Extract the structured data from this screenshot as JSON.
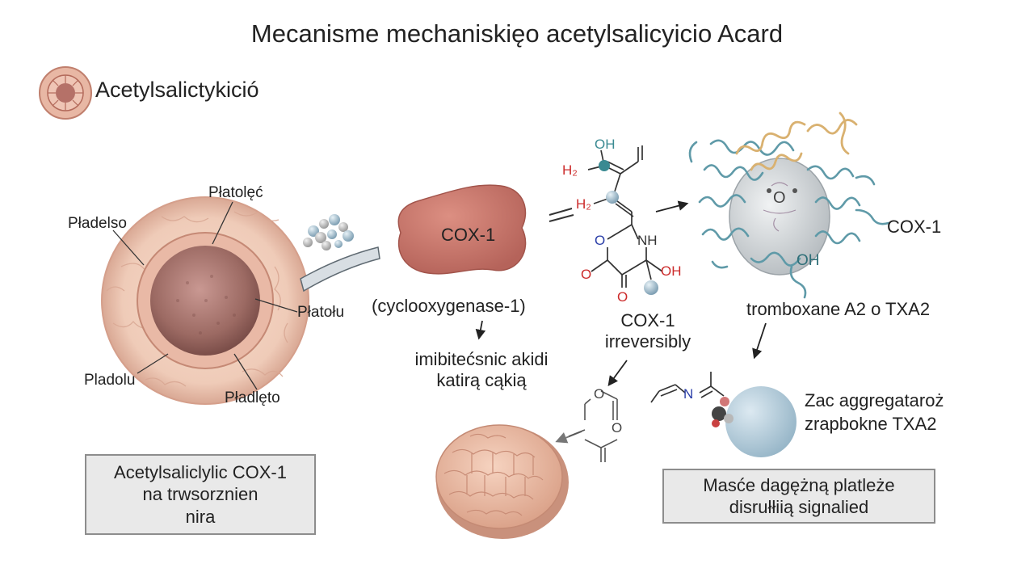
{
  "title": "Mecanisme mechaniskięo acetylsalicyicio Acard",
  "legend": {
    "label": "Acetylsalictykició",
    "icon": "platelet-cell-icon"
  },
  "platelet_labels": {
    "top": "Płatolęć",
    "left": "Pładelso",
    "right": "Płatołu",
    "bottom_left": "Pladolu",
    "bottom_right": "Pładlęto"
  },
  "cox_blob": {
    "label": "COX-1",
    "subtitle": "(cyclooxygenase-1)"
  },
  "inhibit_text": [
    "imibitećsnic akidi",
    "katirą cąkią"
  ],
  "molecule_atoms": {
    "oh_top": "OH",
    "h2_top": "H₂",
    "h2_mid": "H₂",
    "o_ring": "O",
    "nh_ring": "NH",
    "o_left": "O",
    "o_bottom": "O",
    "oh_right": "OH"
  },
  "irreversible_text": [
    "COX-1",
    "irreversibly"
  ],
  "protein": {
    "label": "COX-1",
    "oh": "OH",
    "core": "O"
  },
  "txa2_text": "tromboxane A2 o TXA2",
  "zac_text": [
    "Zac aggregataroż",
    "zrapbokne TXA2"
  ],
  "small_molecule": {
    "o1": "O",
    "o2": "O",
    "n": "N"
  },
  "box_left": [
    "Acetylsaliclylic COX-1",
    "na trwsorznien",
    "nira"
  ],
  "box_right": [
    "Masće dagężną platleże",
    "disrułłiią signalied"
  ],
  "colors": {
    "cox_blob": "#c7776a",
    "cell_outer": "#efcbb8",
    "cell_nucleus": "#a8766e",
    "protein_helix": "#5f9aa8",
    "protein_helix_top": "#d9b170",
    "protein_core": "#cfd5d8",
    "sphere": "#b7cedc",
    "oxygen_red": "#cc2b2b",
    "nitrogen_blue": "#2a3ea8",
    "teal_atom": "#3a8a92"
  }
}
